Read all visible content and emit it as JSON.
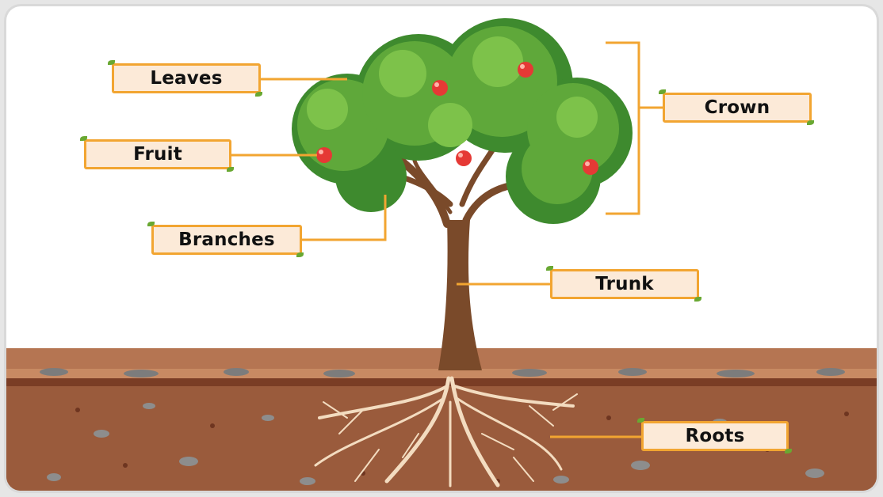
{
  "diagram": {
    "labels": {
      "leaves": "Leaves",
      "fruit": "Fruit",
      "branches": "Branches",
      "crown": "Crown",
      "trunk": "Trunk",
      "roots": "Roots"
    },
    "colors": {
      "label_fill": "#fcead8",
      "label_border": "#f2a531",
      "connector": "#f2a531",
      "foliage": "#5fa83a",
      "trunk": "#7a4a2a",
      "soil": "#9a5a3a",
      "apple": "#e53935"
    }
  }
}
